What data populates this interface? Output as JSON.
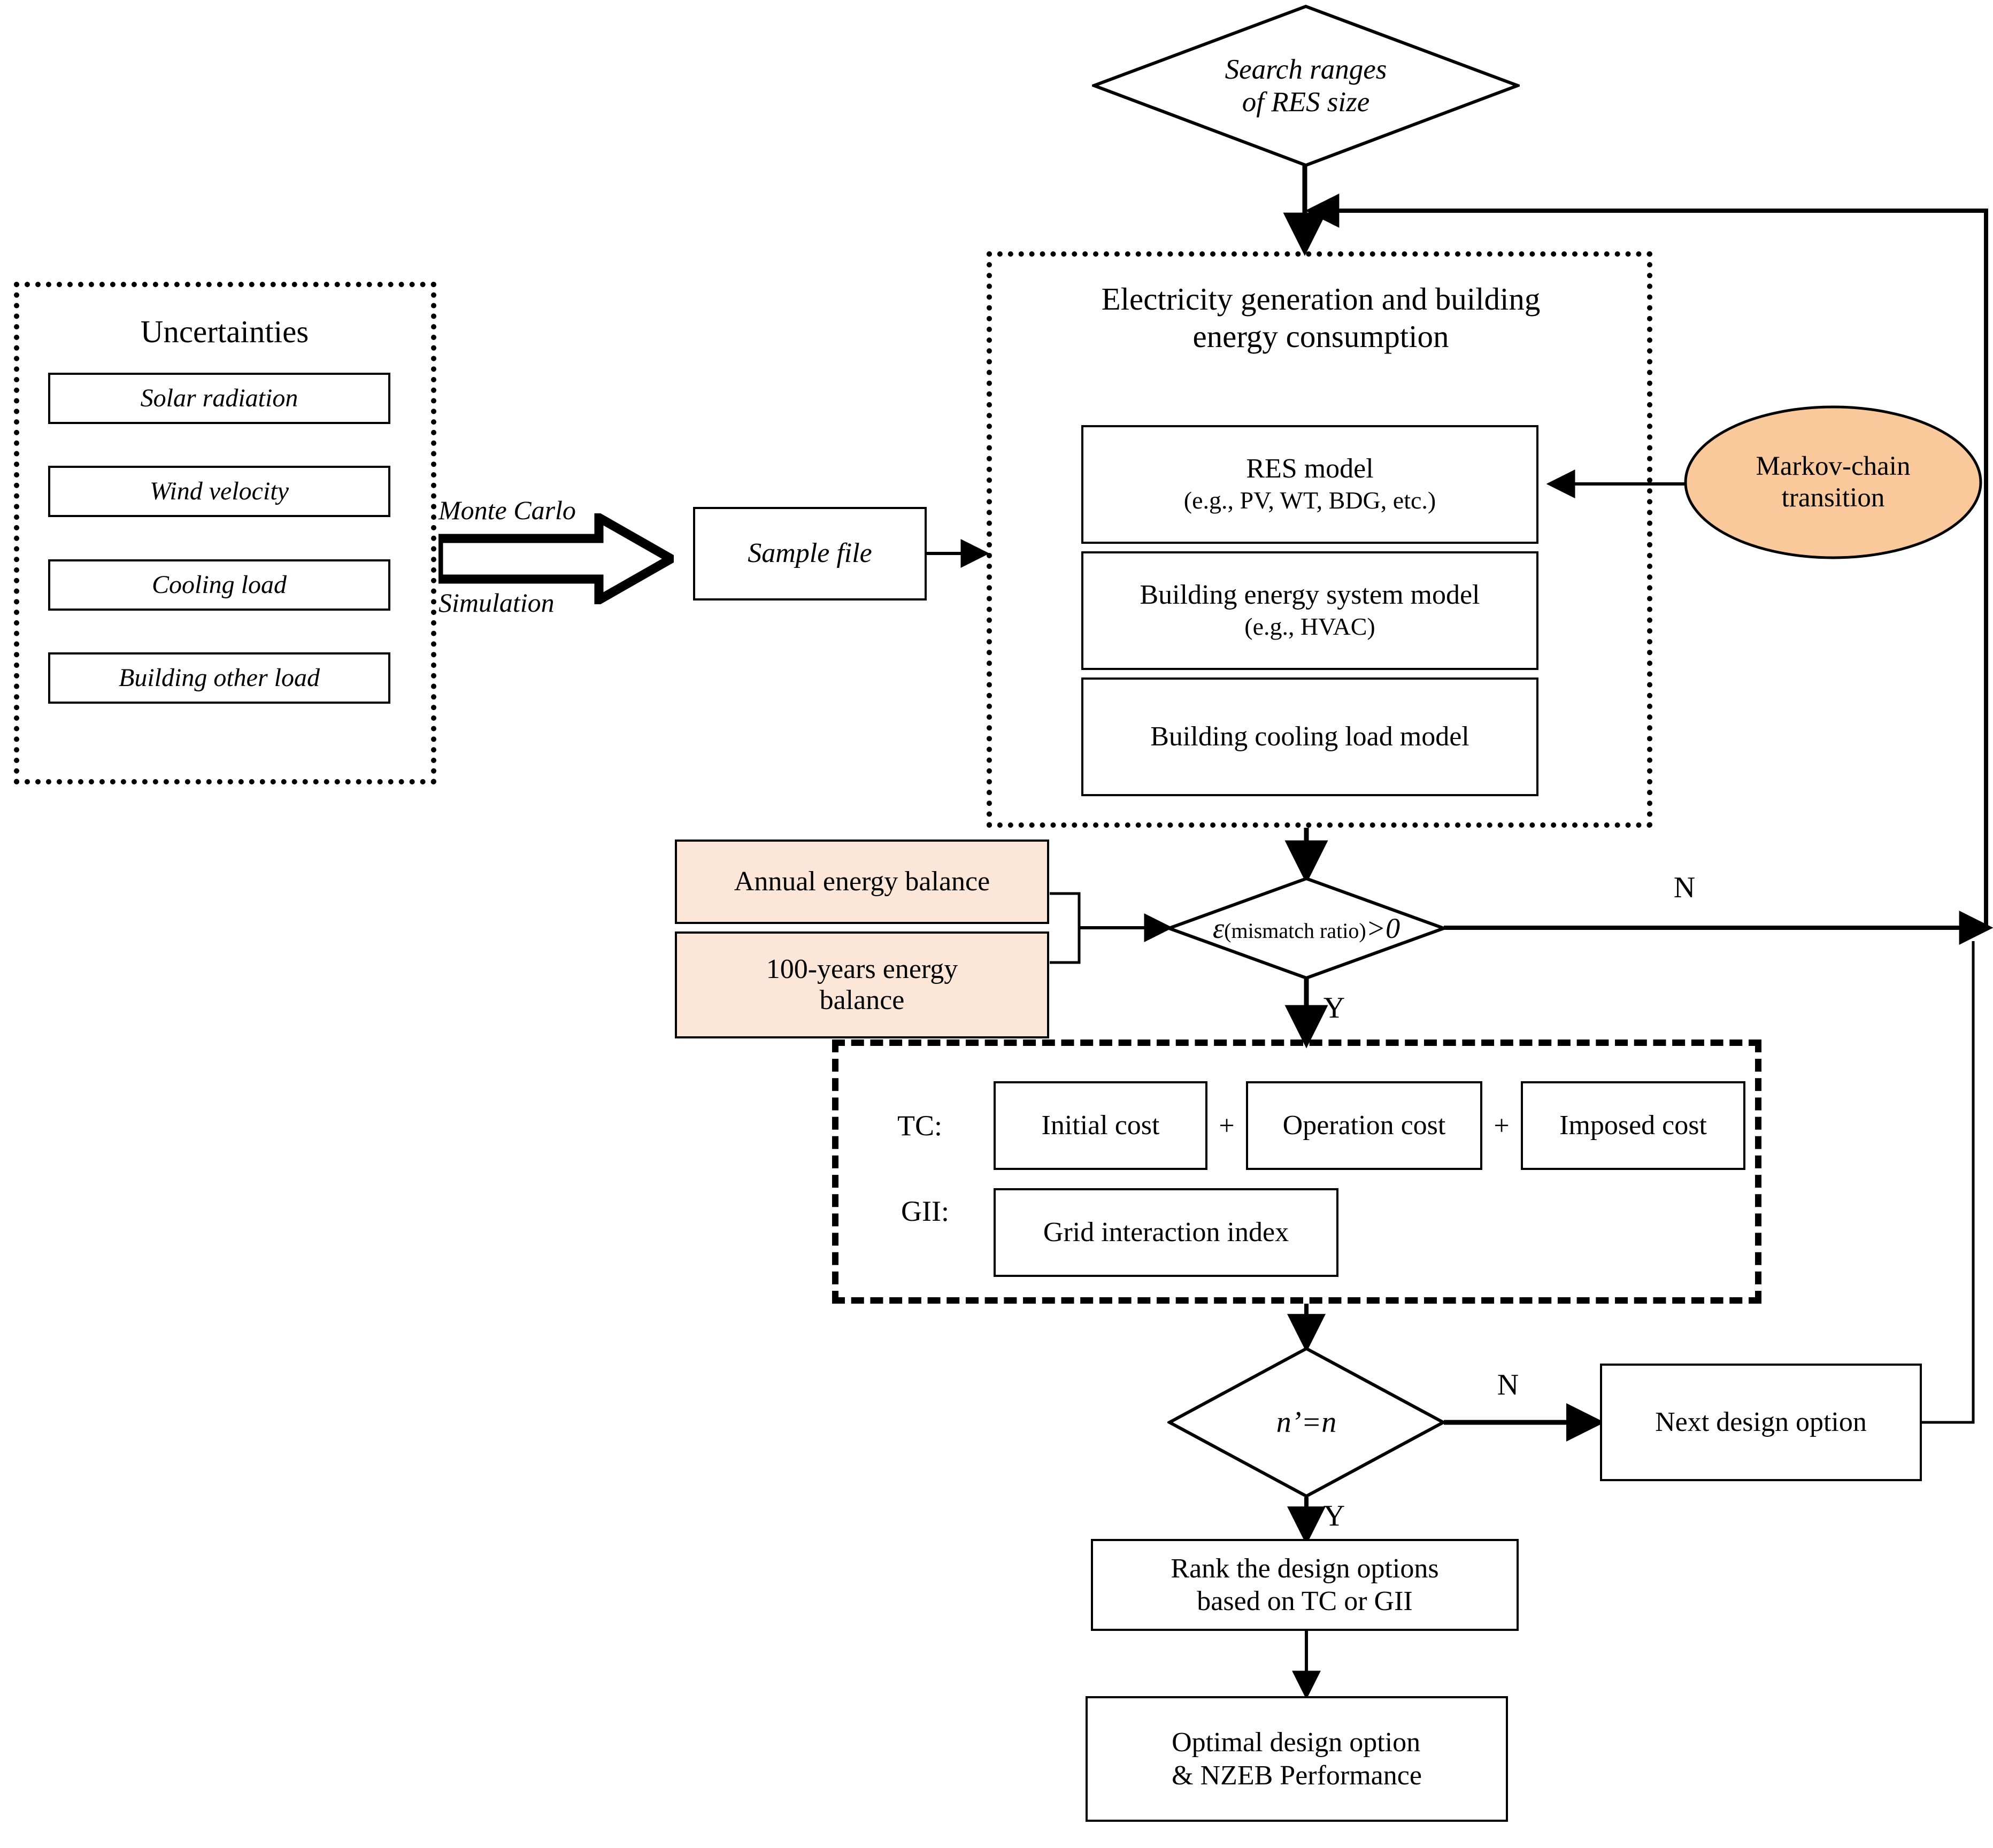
{
  "diagram": {
    "title": "NZEB design optimisation flowchart",
    "colors": {
      "stroke": "#000000",
      "markov_fill": "#f9c89b",
      "energy_balance_fill": "#fbe6d7",
      "background": "#ffffff"
    }
  },
  "search_ranges": {
    "line1": "Search ranges",
    "line2": "of RES size"
  },
  "uncertainties": {
    "title": "Uncertainties",
    "items": [
      "Solar radiation",
      "Wind velocity",
      "Cooling load",
      "Building other load"
    ]
  },
  "monte_carlo": {
    "line1": "Monte Carlo",
    "line2": "Simulation"
  },
  "sample_file": {
    "label": "Sample file"
  },
  "electricity": {
    "title_line1": "Electricity generation and building",
    "title_line2": "energy consumption",
    "models": [
      {
        "line1": "RES model",
        "line2": "(e.g., PV, WT, BDG, etc.)"
      },
      {
        "line1": "Building energy system model",
        "line2": "(e.g., HVAC)"
      },
      {
        "line1": "Building cooling load model",
        "line2": ""
      }
    ]
  },
  "markov": {
    "line1": "Markov-chain",
    "line2": "transition"
  },
  "energy_balance": {
    "annual": "Annual energy balance",
    "hundred_years_line1": "100-years energy",
    "hundred_years_line2": "balance"
  },
  "mismatch_decision": {
    "symbol": "ε",
    "subscript": "(mismatch ratio)",
    "comparison": ">0",
    "branch_no": "N",
    "branch_yes": "Y"
  },
  "objectives": {
    "tc_label": "TC:",
    "gii_label": "GII:",
    "plus": "+",
    "tc_terms": [
      "Initial cost",
      "Operation cost",
      "Imposed cost"
    ],
    "gii_term": "Grid interaction index"
  },
  "loop_decision": {
    "label": "n’=n",
    "branch_no": "N",
    "branch_yes": "Y"
  },
  "next_design_option": {
    "label": "Next design option"
  },
  "rank": {
    "line1": "Rank the design options",
    "line2": "based on TC or GII"
  },
  "optimal": {
    "line1": "Optimal design option",
    "line2": "& NZEB Performance"
  }
}
